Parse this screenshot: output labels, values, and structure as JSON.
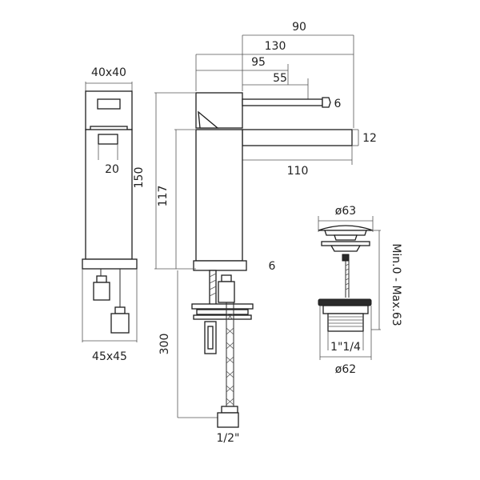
{
  "colors": {
    "line": "#2a2a2a",
    "background": "#ffffff"
  },
  "front_view": {
    "spout_top": "40x40",
    "handle_offset": "20",
    "base": "45x45"
  },
  "side_view": {
    "dim_90": "90",
    "dim_130": "130",
    "dim_95": "95",
    "dim_55": "55",
    "dim_12": "12",
    "dim_110": "110",
    "dim_150": "150",
    "dim_117": "117",
    "dim_300": "300",
    "connection": "1/2\"",
    "symbol_top": "6",
    "symbol_base": "6"
  },
  "waste": {
    "top_diameter": "ø63",
    "thread": "1\"1/4",
    "bottom_diameter": "ø62",
    "range": "Min.0 - Max.63"
  }
}
